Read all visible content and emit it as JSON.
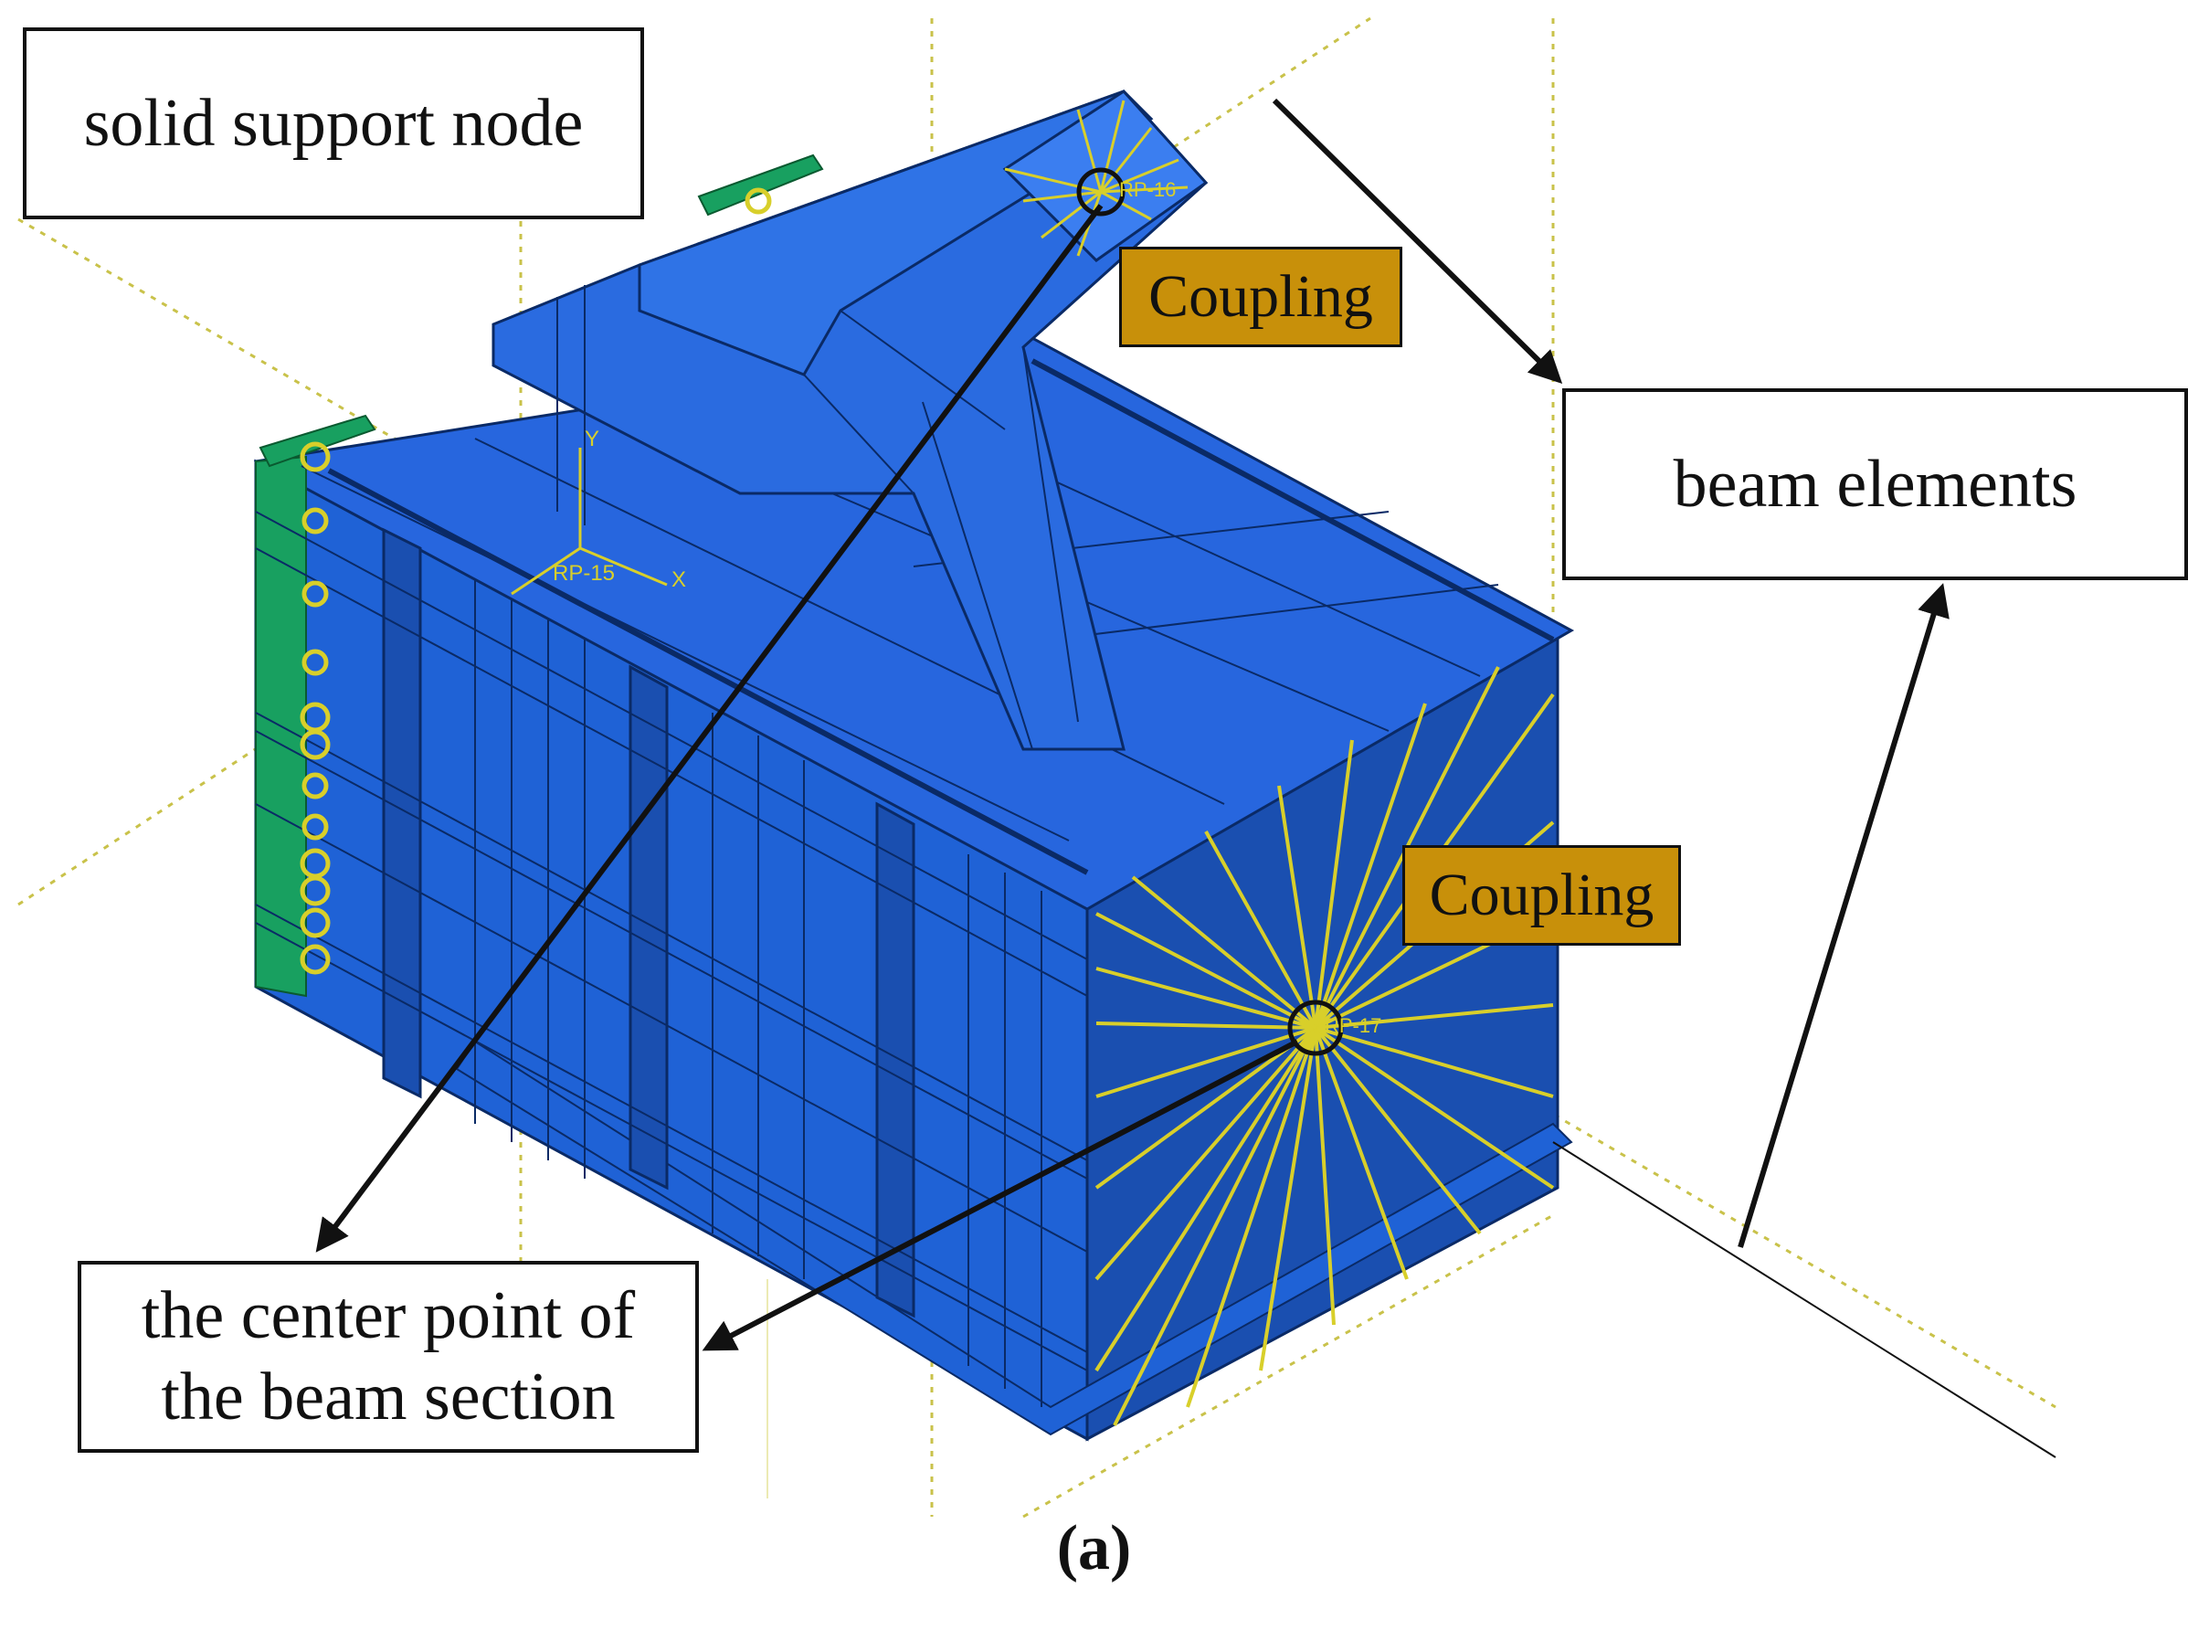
{
  "labels": {
    "solid_support_node": "solid support node",
    "coupling_top": "Coupling",
    "coupling_bottom": "Coupling",
    "beam_elements": "beam elements",
    "center_point_line1": "the center point of",
    "center_point_line2": "the beam section"
  },
  "model_tags": {
    "rp15": "RP-15",
    "rp16": "RP-16",
    "rp17": "RP-17",
    "axis_y": "Y",
    "axis_x": "X"
  },
  "caption": "(a)",
  "colors": {
    "model_blue": "#1f62d6",
    "model_blue_dark": "#1a4fb0",
    "support_green": "#18a060",
    "coupling_yellow": "#d8cf2a",
    "coupling_label_bg": "#c8900a"
  }
}
